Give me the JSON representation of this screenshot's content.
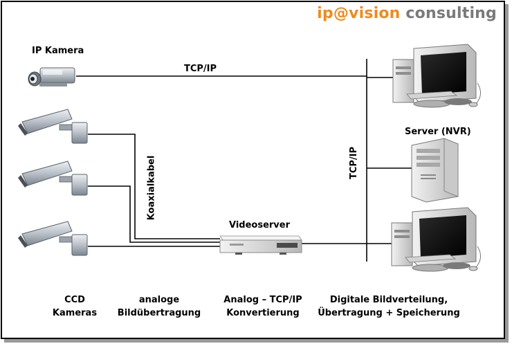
{
  "logo": {
    "part1": "ip@vision",
    "part2": "consulting"
  },
  "labels": {
    "ip_camera": "IP Kamera",
    "tcpip_horizontal": "TCP/IP",
    "tcpip_vertical": "TCP/IP",
    "coax": "Koaxialkabel",
    "videoserver": "Videoserver",
    "server": "Server (NVR)"
  },
  "captions": {
    "ccd": [
      "CCD",
      "Kameras"
    ],
    "analog": [
      "analoge",
      "Bildübertragung"
    ],
    "convert": [
      "Analog – TCP/IP",
      "Konvertierung"
    ],
    "digital": [
      "Digitale Bildverteilung,",
      "Übertragung + Speicherung"
    ]
  },
  "colors": {
    "brand_orange": "#f08a1c",
    "brand_gray": "#7a7a7a"
  }
}
